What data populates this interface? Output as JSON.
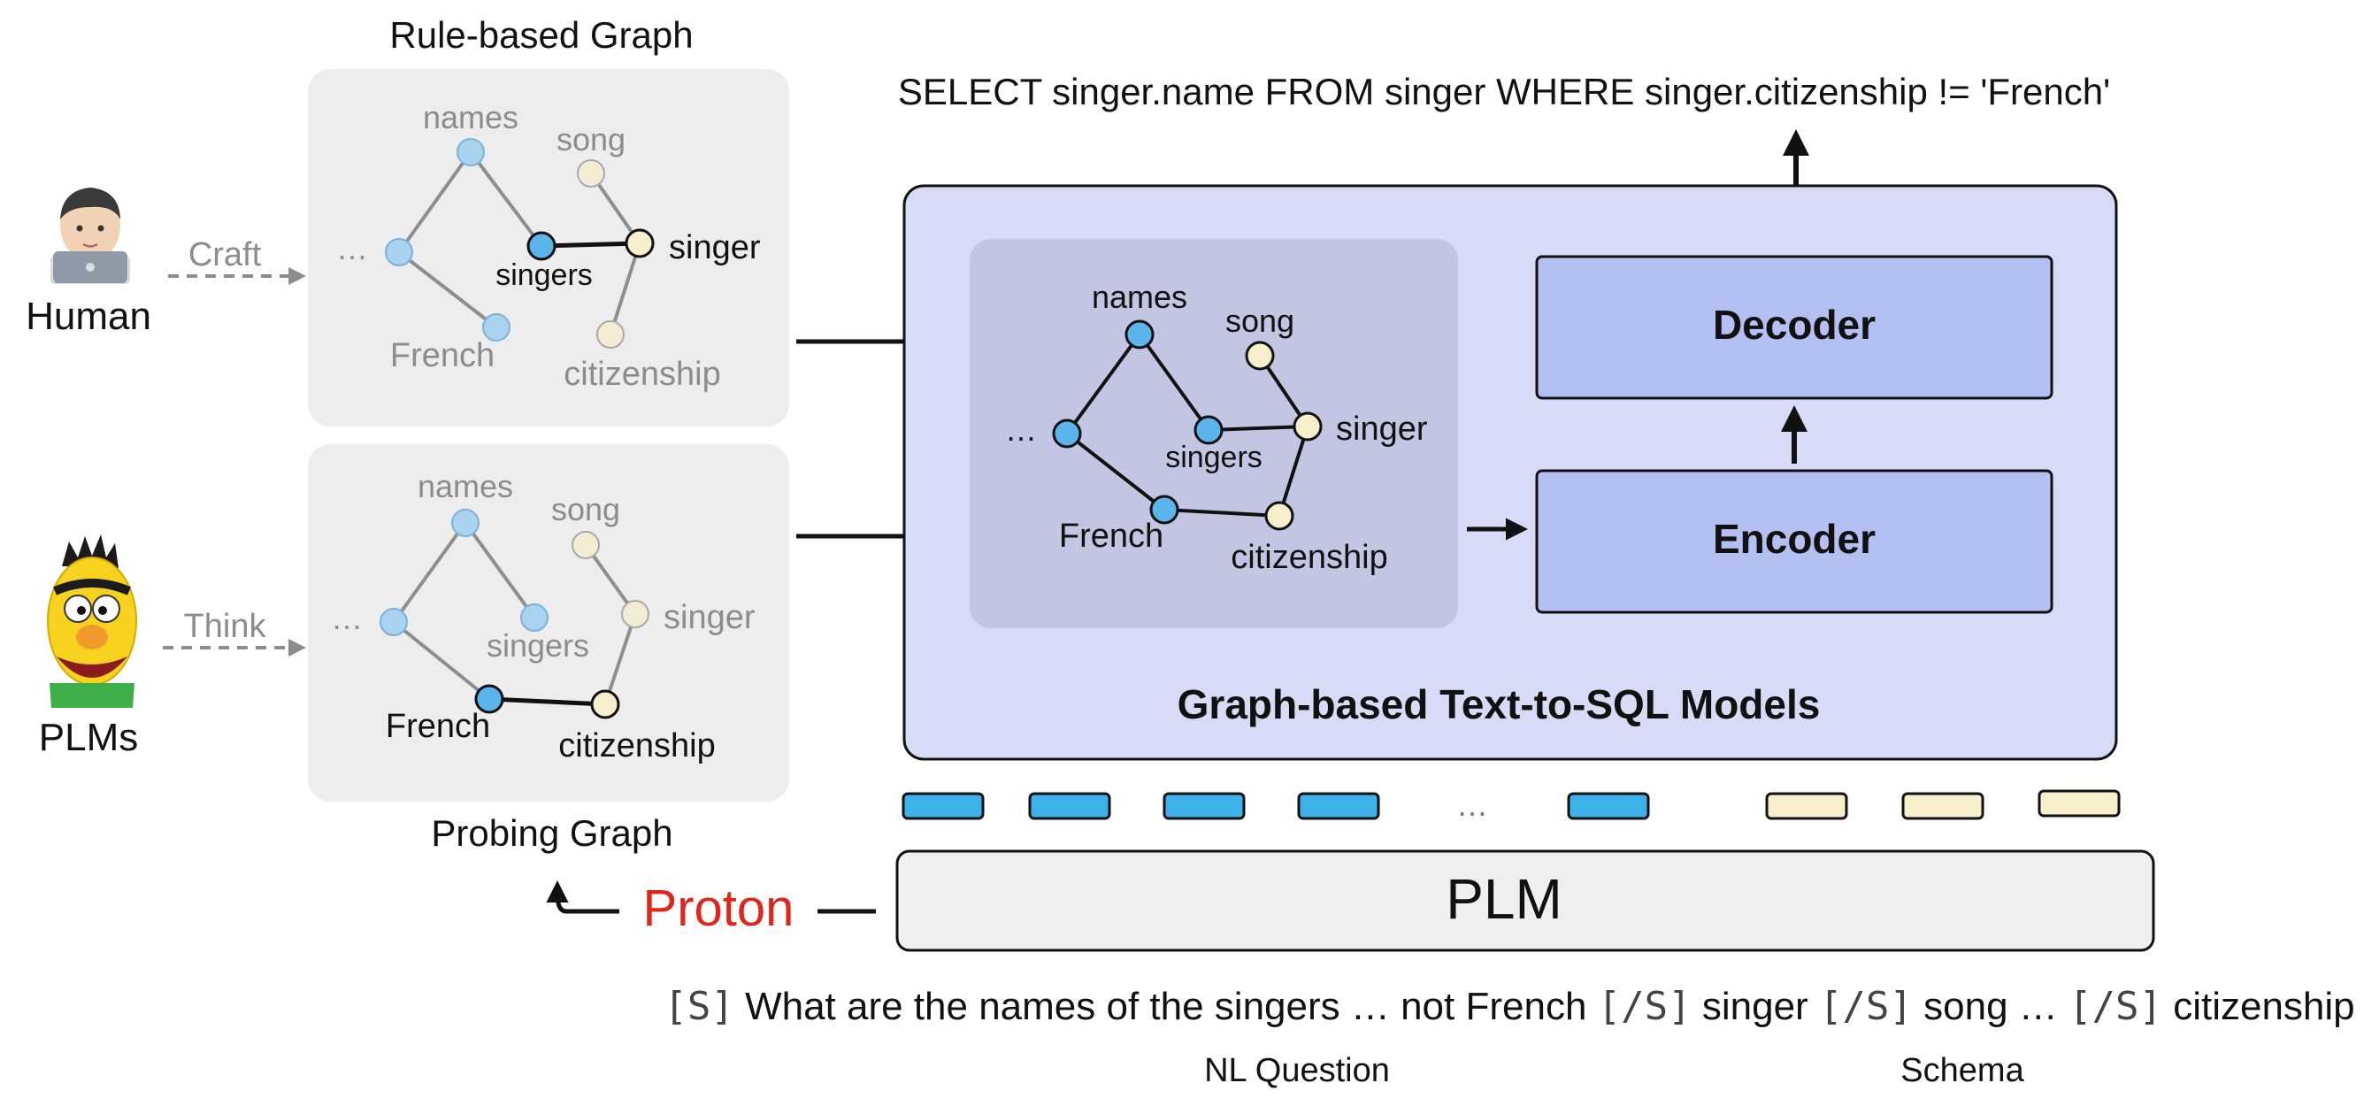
{
  "colors": {
    "node_blue": "#5ab6ea",
    "node_blue_faded": "#a9d3ef",
    "node_yellow": "#f7efcc",
    "node_yellow_faded": "#f3ecd3",
    "graph_panel_bg": "#ededed",
    "model_bg": "#d7dbf6",
    "inner_graph_bg": "#c3c6e3",
    "block_fill": "#b4c0f2",
    "proton_red": "#e0251b"
  },
  "top_graph": {
    "title": "Rule-based Graph",
    "nodes": {
      "names": "names",
      "song": "song",
      "ellipsis": "…",
      "singers": "singers",
      "singer": "singer",
      "french": "French",
      "citizenship": "citizenship"
    }
  },
  "bottom_graph": {
    "title": "Probing Graph",
    "nodes": {
      "names": "names",
      "song": "song",
      "ellipsis": "…",
      "singers": "singers",
      "singer": "singer",
      "french": "French",
      "citizenship": "citizenship"
    }
  },
  "human": {
    "label": "Human",
    "action": "Craft",
    "icon": "person-with-laptop-icon"
  },
  "plms": {
    "label": "PLMs",
    "action": "Think",
    "icon": "bert-muppet-icon"
  },
  "model": {
    "title": "Graph-based Text-to-SQL Models",
    "decoder": "Decoder",
    "encoder": "Encoder",
    "inner_graph": {
      "names": "names",
      "song": "song",
      "ellipsis": "…",
      "singers": "singers",
      "singer": "singer",
      "french": "French",
      "citizenship": "citizenship"
    }
  },
  "sql_output": "SELECT singer.name FROM singer WHERE singer.citizenship != 'French'",
  "token_ellipsis": "…",
  "plm_label": "PLM",
  "proton_label": "Proton",
  "input_sequence": {
    "s_token": "[S]",
    "question": "What are the names of the singers … not French",
    "sep1": "[/S]",
    "schema1": "singer",
    "sep2": "[/S]",
    "schema2": "song …",
    "sep3": "[/S]",
    "schema3": "citizenship"
  },
  "nl_question_label": "NL Question",
  "schema_label": "Schema"
}
